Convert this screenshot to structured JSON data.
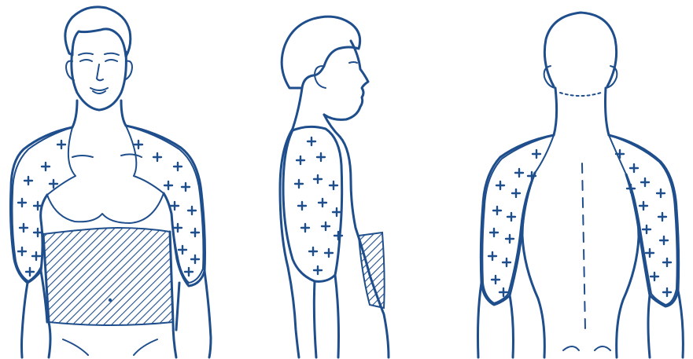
{
  "figure": {
    "views": [
      {
        "name": "front",
        "zones": [
          "shoulders-upper-arms-crosses",
          "abdomen-hatched"
        ]
      },
      {
        "name": "side",
        "zones": [
          "shoulder-upper-arm-crosses",
          "flank-hatched"
        ]
      },
      {
        "name": "back",
        "zones": [
          "shoulders-upper-arms-crosses"
        ]
      }
    ],
    "legend_patterns": [
      "cross-marks",
      "diagonal-hatch"
    ]
  },
  "colors": {
    "line": "#1f4e8c",
    "background": "#ffffff",
    "hatch": "#1f4e8c"
  }
}
